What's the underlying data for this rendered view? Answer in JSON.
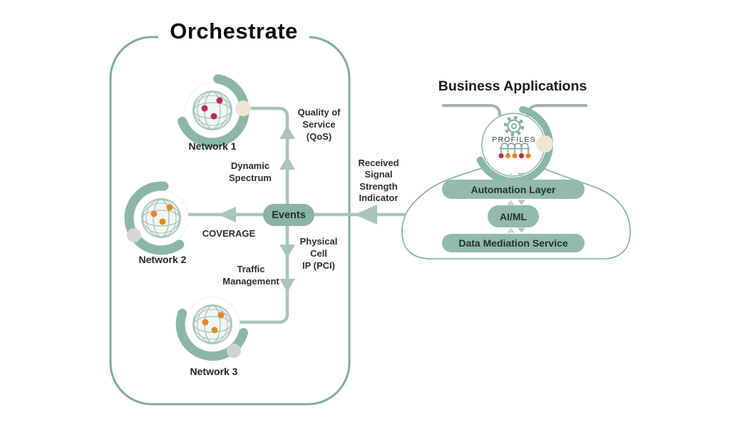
{
  "orchestrate": {
    "title": "Orchestrate",
    "events_pill": "Events",
    "networks": [
      {
        "label": "Network 1"
      },
      {
        "label": "Network 2"
      },
      {
        "label": "Network 3"
      }
    ],
    "flows": {
      "qos": "Quality of\nService\n(QoS)",
      "dynamic_spectrum": "Dynamic\nSpectrum",
      "coverage": "COVERAGE",
      "pci": "Physical\nCell\nIP (PCI)",
      "traffic": "Traffic\nManagement",
      "rssi": "Received\nSignal\nStrength\nIndicator"
    }
  },
  "business": {
    "title": "Business Applications",
    "profiles_label": "PROFILES",
    "layers": [
      {
        "label": "Automation Layer"
      },
      {
        "label": "AI/ML"
      },
      {
        "label": "Data Mediation Service"
      }
    ]
  },
  "icons": {
    "network_node": "globe-icon",
    "profiles_node": "gear-icon",
    "profiles_sub": "service-tree-icon",
    "container_right": "cloud-shape",
    "flow_markers": [
      "arrow-up-icon",
      "arrow-down-icon",
      "arrow-left-icon"
    ]
  },
  "colors": {
    "border_teal": "#7FAE9F",
    "flow_line": "#A9C5BA",
    "arc_teal": "#8CB6A8",
    "events_pill": "#8CB3A5",
    "layer_pill": "#93BAAC",
    "magenta_dot": "#BA2A5F",
    "orange_dot": "#E08A28",
    "beige_dot": "#EFE6D6",
    "gray_dot": "#D6D6D3",
    "sage_gray_dot": "#CBD5CC",
    "bracket_gray": "#A5B2AC"
  }
}
